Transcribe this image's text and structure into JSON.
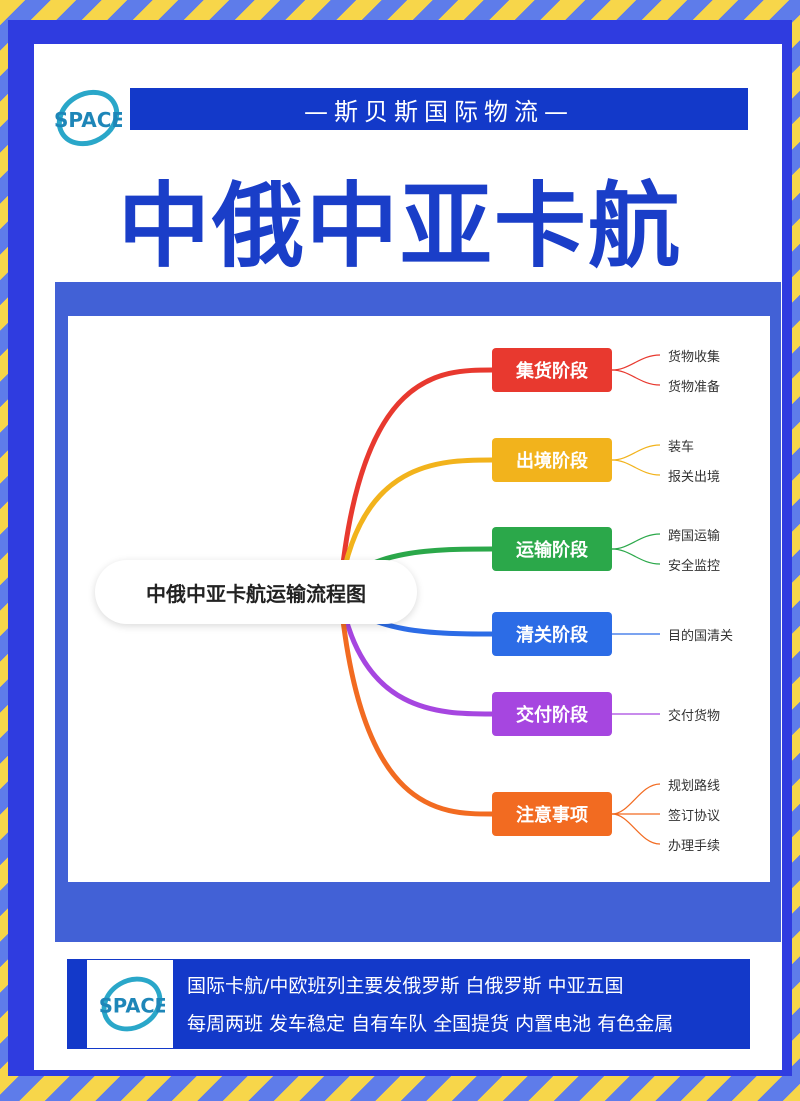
{
  "header": {
    "company": "—斯贝斯国际物流—",
    "title": "中俄中亚卡航",
    "logo_text": "SPACE"
  },
  "mindmap": {
    "center": "中俄中亚卡航运输流程图",
    "branches": [
      {
        "label": "集货阶段",
        "color": "#e8392f",
        "leaves": [
          "货物收集",
          "货物准备"
        ]
      },
      {
        "label": "出境阶段",
        "color": "#f2b31c",
        "leaves": [
          "装车",
          "报关出境"
        ]
      },
      {
        "label": "运输阶段",
        "color": "#2ba84a",
        "leaves": [
          "跨国运输",
          "安全监控"
        ]
      },
      {
        "label": "清关阶段",
        "color": "#2c6ce6",
        "leaves": [
          "目的国清关"
        ]
      },
      {
        "label": "交付阶段",
        "color": "#a646e0",
        "leaves": [
          "交付货物"
        ]
      },
      {
        "label": "注意事项",
        "color": "#f26b21",
        "leaves": [
          "规划路线",
          "签订协议",
          "办理手续"
        ]
      }
    ]
  },
  "footer": {
    "line1": "国际卡航/中欧班列主要发俄罗斯  白俄罗斯  中亚五国",
    "line2": "每周两班 发车稳定 自有车队 全国提货 内置电池 有色金属"
  }
}
